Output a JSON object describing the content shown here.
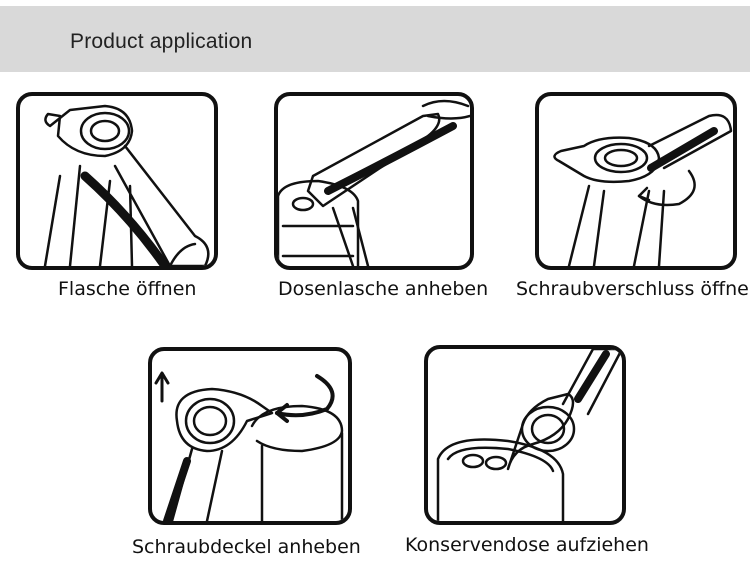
{
  "header": {
    "title": "Product application"
  },
  "panels": [
    {
      "caption": "Flasche öffnen",
      "icon": "bottle-opening-icon"
    },
    {
      "caption": "Dosenlasche anheben",
      "icon": "can-tab-lift-icon"
    },
    {
      "caption": "Schraubverschluss öffnen",
      "icon": "screw-cap-opening-icon"
    },
    {
      "caption": "Schraubdeckel anheben",
      "icon": "screw-lid-lift-icon"
    },
    {
      "caption": "Konservendose aufziehen",
      "icon": "can-pull-open-icon"
    }
  ]
}
